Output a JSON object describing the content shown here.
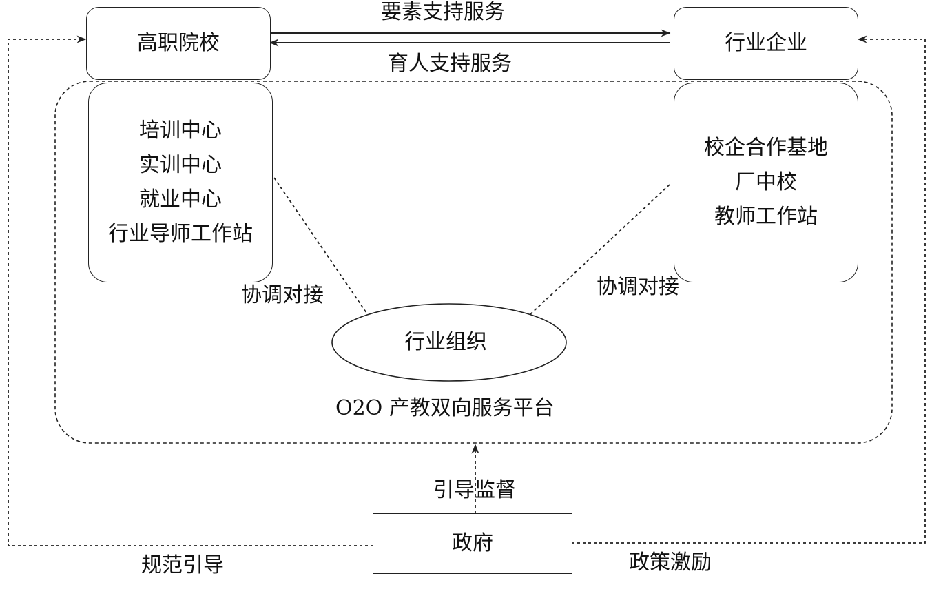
{
  "nodes": {
    "school": "高职院校",
    "enterprise": "行业企业",
    "industry_org": "行业组织",
    "government": "政府"
  },
  "school_centers": [
    "培训中心",
    "实训中心",
    "就业中心",
    "行业导师工作站"
  ],
  "enterprise_bases": [
    "校企合作基地",
    "厂中校",
    "教师工作站"
  ],
  "edges": {
    "school_to_enterprise": "要素支持服务",
    "enterprise_to_school": "育人支持服务",
    "coordination_left": "协调对接",
    "coordination_right": "协调对接",
    "gov_to_platform": "引导监督",
    "gov_to_school": "规范引导",
    "gov_to_enterprise": "政策激励"
  },
  "platform": {
    "title": "O2O 产教双向服务平台"
  },
  "colors": {
    "stroke": "#222222",
    "background": "#ffffff",
    "text": "#111111"
  }
}
